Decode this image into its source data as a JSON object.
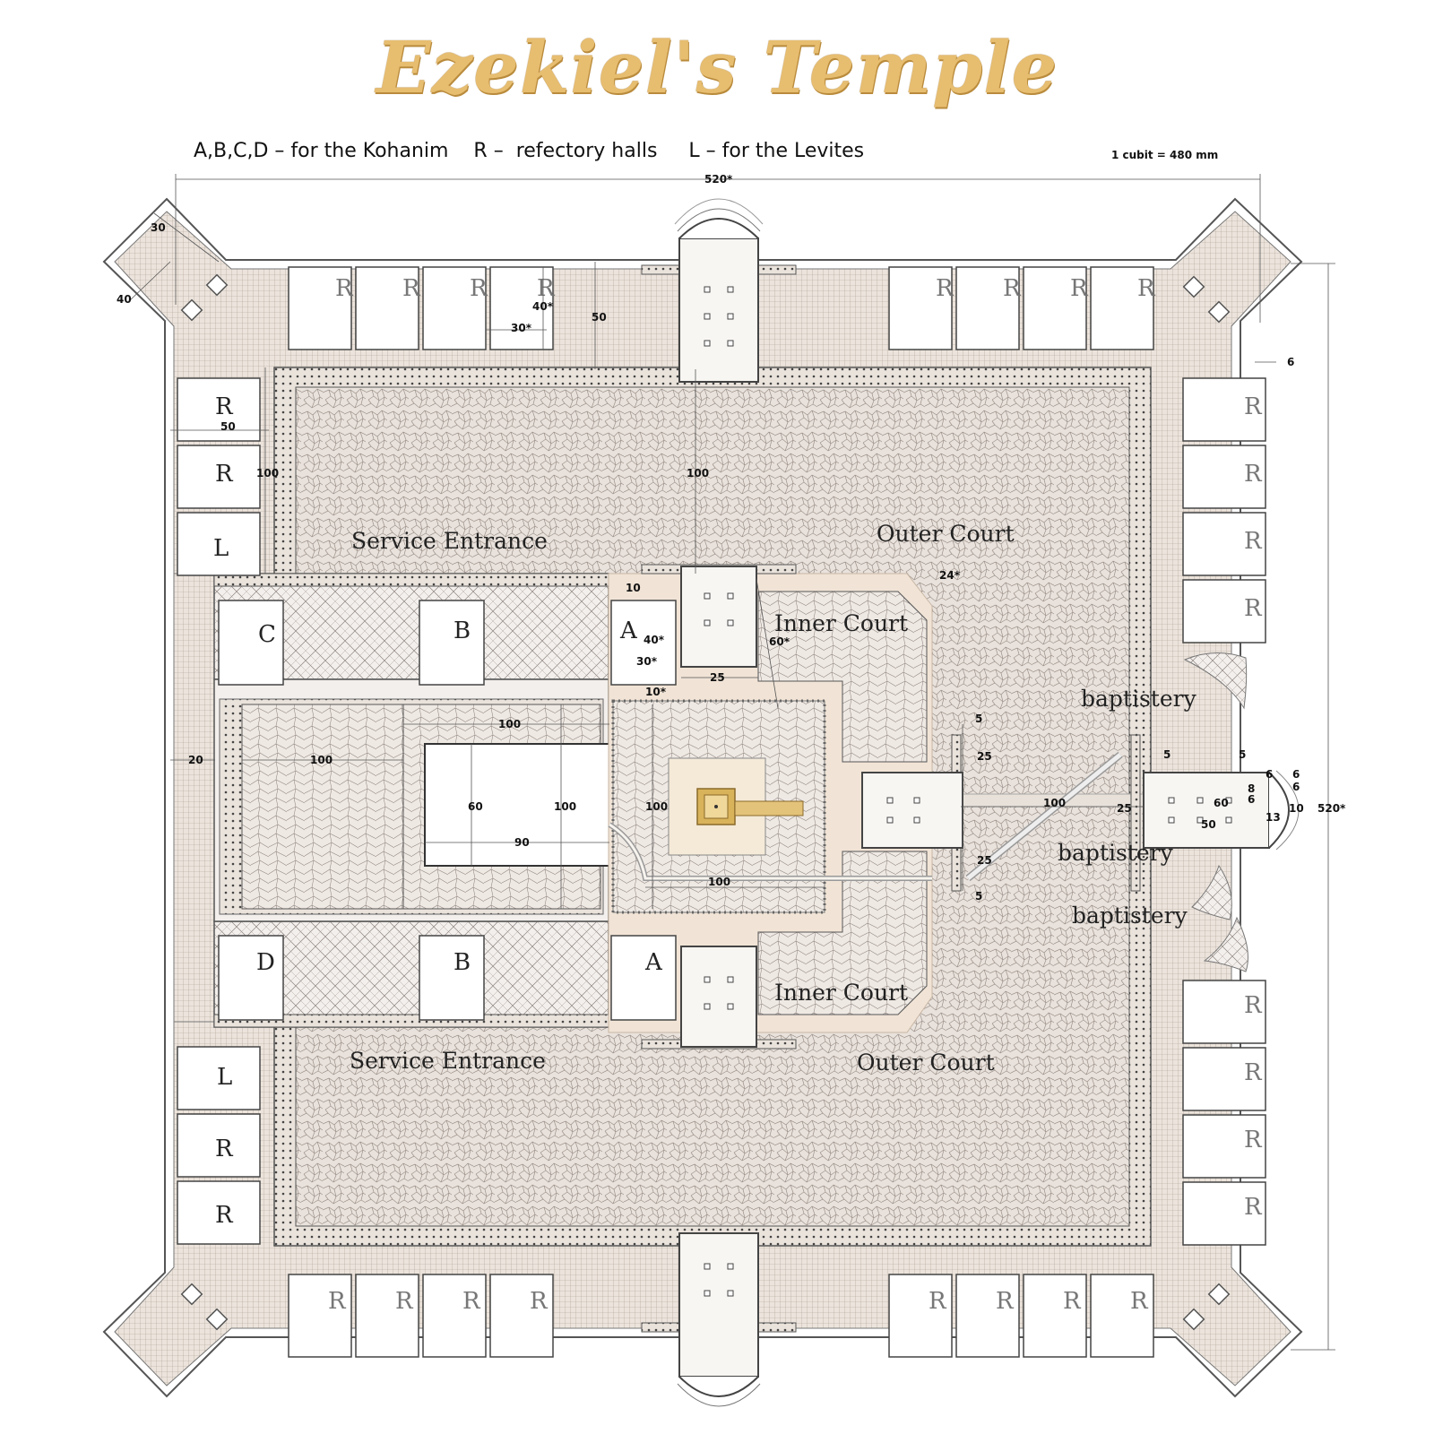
{
  "title": "Ezekiel's Temple",
  "legend": "A,B,C,D – for the Kohanim    R –  refectory halls     L – for the Levites",
  "scale": "1 cubit = 480 mm",
  "rooms": {
    "refectory": "R",
    "levites": "L",
    "kohanim_a": "A",
    "kohanim_b": "B",
    "kohanim_c": "C",
    "kohanim_d": "D"
  },
  "areas": {
    "service_entrance": "Service Entrance",
    "outer_court": "Outer Court",
    "inner_court": "Inner Court",
    "baptistery": "baptistery"
  },
  "dimensions": {
    "d520": "520*",
    "d30": "30",
    "d40": "40",
    "d40s": "40*",
    "d30s": "30*",
    "d50": "50",
    "d6": "6",
    "d100": "100",
    "d24s": "24*",
    "d10": "10",
    "d60s": "60*",
    "d25": "25",
    "d10s": "10*",
    "d5": "5",
    "d20": "20",
    "d60": "60",
    "d90": "90",
    "d8": "8",
    "d13": "13"
  },
  "colors": {
    "title_gold": "#e7bd70",
    "paving": "#ede6df",
    "wall": "#555555",
    "inner_court_tint": "#f1e4d6",
    "altar_gold": "#d9b35a"
  }
}
